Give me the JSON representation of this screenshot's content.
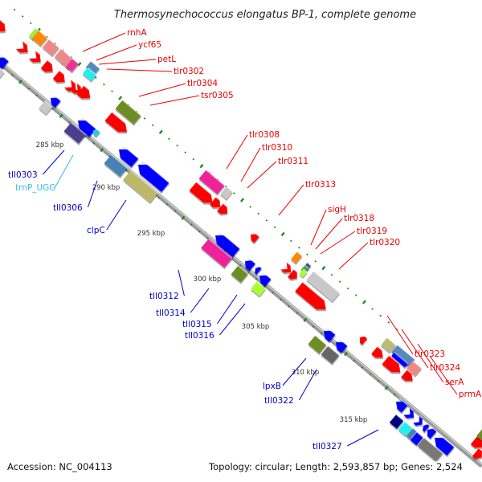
{
  "title": "Thermosynechococcus elongatus BP-1, complete genome",
  "footer": {
    "accession": "Accession: NC_004113",
    "summary": "Topology: circular; Length: 2,593,857 bp; Genes: 2,524"
  },
  "colors": {
    "backbone": "#8c8c8c",
    "forward_label": "#ee0000",
    "reverse_label": "#0000cc",
    "trna_label": "#33bbee",
    "tick": "#228822"
  },
  "scale": {
    "ticks": [
      {
        "kbp": 285,
        "label": "285 kbp"
      },
      {
        "kbp": 290,
        "label": "290 kbp"
      },
      {
        "kbp": 295,
        "label": "295 kbp"
      },
      {
        "kbp": 300,
        "label": "300 kbp"
      },
      {
        "kbp": 305,
        "label": "305 kbp"
      },
      {
        "kbp": 310,
        "label": "310 kbp"
      },
      {
        "kbp": 315,
        "label": "315 kbp"
      }
    ]
  },
  "forward_labels": [
    {
      "name": "rnhA",
      "text": "rnhA"
    },
    {
      "name": "ycf65",
      "text": "ycf65"
    },
    {
      "name": "petL",
      "text": "petL"
    },
    {
      "name": "tlr0302",
      "text": "tlr0302"
    },
    {
      "name": "tlr0304",
      "text": "tlr0304"
    },
    {
      "name": "tsr0305",
      "text": "tsr0305"
    },
    {
      "name": "tlr0308",
      "text": "tlr0308"
    },
    {
      "name": "tlr0310",
      "text": "tlr0310"
    },
    {
      "name": "tlr0311",
      "text": "tlr0311"
    },
    {
      "name": "tlr0313",
      "text": "tlr0313"
    },
    {
      "name": "sigH",
      "text": "sigH"
    },
    {
      "name": "tlr0318",
      "text": "tlr0318"
    },
    {
      "name": "tlr0319",
      "text": "tlr0319"
    },
    {
      "name": "tlr0320",
      "text": "tlr0320"
    },
    {
      "name": "tlr0323",
      "text": "tlr0323"
    },
    {
      "name": "tlr0324",
      "text": "tlr0324"
    },
    {
      "name": "serA",
      "text": "serA"
    },
    {
      "name": "prmA",
      "text": "prmA"
    }
  ],
  "reverse_labels": [
    {
      "name": "tll0303",
      "text": "tll0303",
      "kind": "cds"
    },
    {
      "name": "trnP_UGG",
      "text": "trnP_UGG",
      "kind": "trna"
    },
    {
      "name": "tll0306",
      "text": "tll0306",
      "kind": "cds"
    },
    {
      "name": "clpC",
      "text": "clpC",
      "kind": "cds"
    },
    {
      "name": "tll0312",
      "text": "tll0312",
      "kind": "cds"
    },
    {
      "name": "tll0314",
      "text": "tll0314",
      "kind": "cds"
    },
    {
      "name": "tll0315",
      "text": "tll0315",
      "kind": "cds"
    },
    {
      "name": "tll0316",
      "text": "tll0316",
      "kind": "cds"
    },
    {
      "name": "lpxB",
      "text": "lpxB",
      "kind": "cds"
    },
    {
      "name": "tll0322",
      "text": "tll0322",
      "kind": "cds"
    },
    {
      "name": "tll0327",
      "text": "tll0327",
      "kind": "cds"
    }
  ]
}
